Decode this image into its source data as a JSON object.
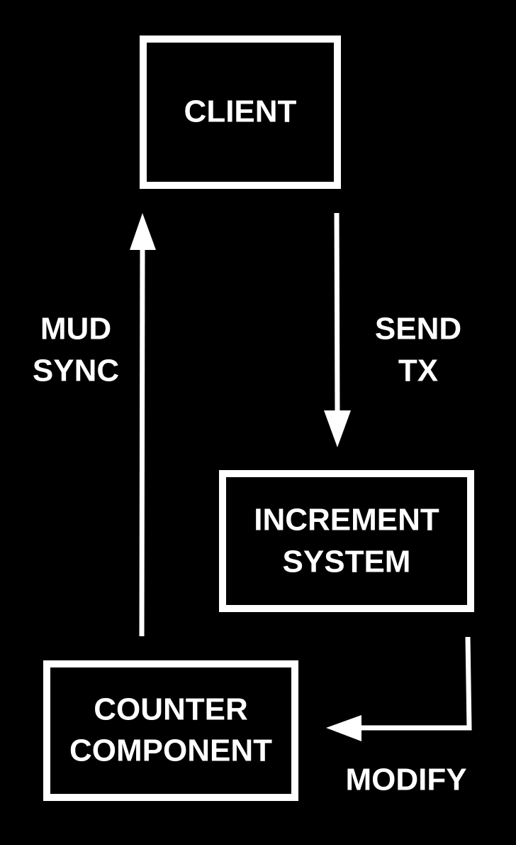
{
  "nodes": {
    "client": {
      "lines": [
        "CLIENT"
      ]
    },
    "increment_system": {
      "lines": [
        "INCREMENT",
        "SYSTEM"
      ]
    },
    "counter_component": {
      "lines": [
        "COUNTER",
        "COMPONENT"
      ]
    }
  },
  "edges": {
    "send_tx": {
      "from": "CLIENT",
      "to": "INCREMENT SYSTEM",
      "lines": [
        "SEND",
        "TX"
      ]
    },
    "modify": {
      "from": "INCREMENT SYSTEM",
      "to": "COUNTER COMPONENT",
      "lines": [
        "MODIFY"
      ]
    },
    "mud_sync": {
      "from": "COUNTER COMPONENT",
      "to": "CLIENT",
      "lines": [
        "MUD",
        "SYNC"
      ]
    }
  },
  "colors": {
    "background": "#000000",
    "foreground": "#ffffff"
  }
}
